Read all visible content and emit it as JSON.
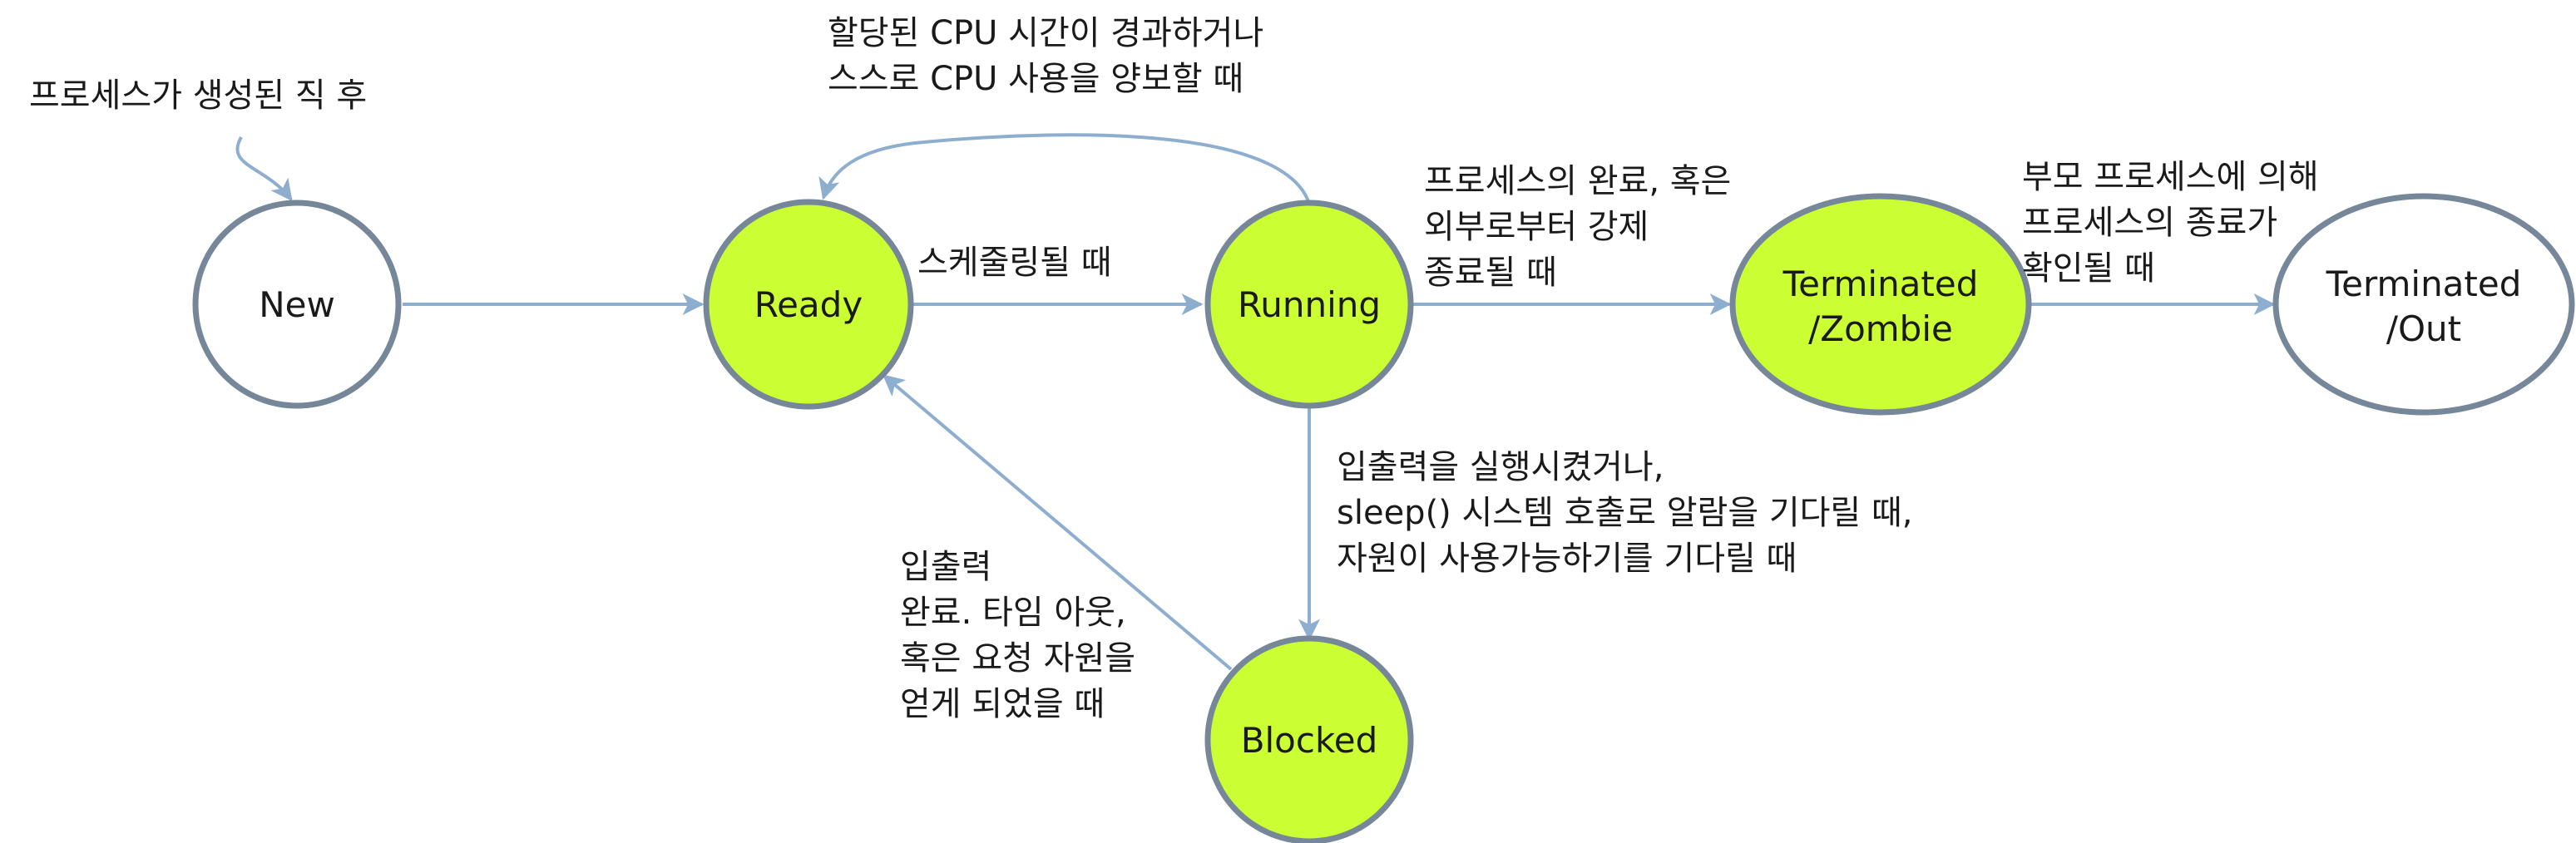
{
  "nodes": {
    "new": {
      "label": "New"
    },
    "ready": {
      "label": "Ready"
    },
    "running": {
      "label": "Running"
    },
    "blocked": {
      "label": "Blocked"
    },
    "zombie": {
      "label_line1": "Terminated",
      "label_line2": "/Zombie"
    },
    "out": {
      "label_line1": "Terminated",
      "label_line2": "/Out"
    }
  },
  "annotations": {
    "creation": "프로세스가 생성된 직 후",
    "timeout": [
      "할당된 CPU 시간이 경과하거나",
      "스스로 CPU 사용을 양보할 때"
    ],
    "scheduled": "스케줄링될 때",
    "terminate": [
      "프로세스의 완료, 혹은",
      "외부로부터 강제",
      "종료될 때"
    ],
    "reaped": [
      "부모 프로세스에 의해",
      "프로세스의 종료가",
      "확인될 때"
    ],
    "block": [
      "입출력을 실행시켰거나,",
      "sleep() 시스템 호출로 알람을 기다릴 때,",
      "자원이 사용가능하기를 기다릴 때"
    ],
    "wakeup": [
      "입출력",
      "완료. 타임 아웃,",
      "혹은 요청 자원을",
      "얻게 되었을 때"
    ]
  },
  "colors": {
    "active_fill": "#ccff33",
    "idle_fill": "#ffffff",
    "node_stroke": "#758799",
    "edge": "#8eaed0"
  }
}
